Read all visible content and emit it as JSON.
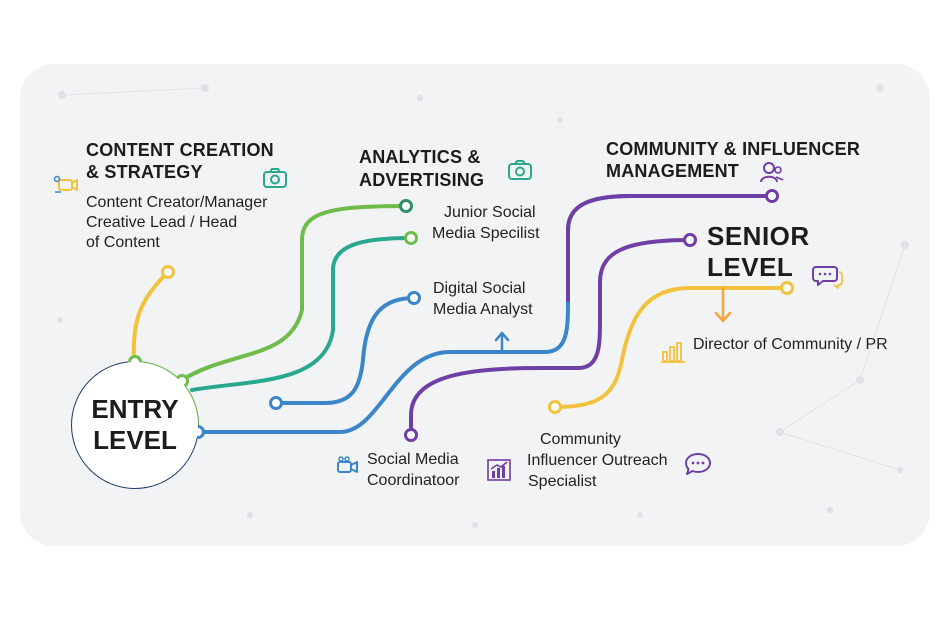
{
  "diagram": {
    "entry": {
      "line1": "ENTRY",
      "line2": "LEVEL"
    },
    "senior": {
      "line1": "SENIOR",
      "line2": "LEVEL"
    },
    "content": {
      "title1": "CONTENT CREATION",
      "title2": "& STRATEGY",
      "role1": "Content Creator/Manager",
      "role2": "Creative Lead / Head",
      "role3": "of Content"
    },
    "analytics": {
      "title1": "ANALYTICS &",
      "title2": "ADVERTISING",
      "junior1": "Junior Social",
      "junior2": "Media Specilist",
      "digital1": "Digital Social",
      "digital2": "Media Analyst"
    },
    "community": {
      "title1": "COMMUNITY & INFLUENCER",
      "title2": "MANAGEMENT",
      "director": "Director of Community / PR",
      "coord1": "Social Media",
      "coord2": "Coordinatoor",
      "outreach1": "Community",
      "outreach2": "Influencer Outreach",
      "outreach3": "Specialist"
    },
    "colors": {
      "yellow": "#f3c23d",
      "green": "#74bd4a",
      "teal": "#2aa88e",
      "blue": "#3a86c8",
      "purple": "#6f3fa6",
      "navy": "#1f3b6e"
    },
    "icons": [
      "camera-icon",
      "video-camera-icon",
      "users-icon",
      "chat-bubble-icon",
      "bar-chart-icon",
      "arrow-up-icon",
      "arrow-down-icon"
    ]
  }
}
